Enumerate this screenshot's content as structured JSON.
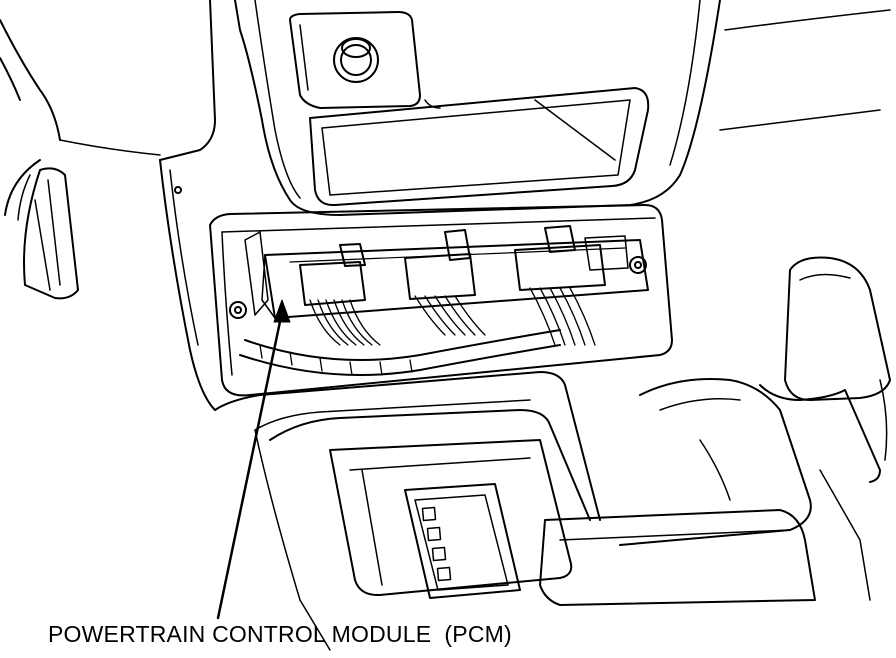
{
  "diagram": {
    "caption": "POWERTRAIN CONTROL MODULE  (PCM)",
    "line_color": "#000000",
    "background_color": "#ffffff",
    "components": [
      "steering-column",
      "brake-pedal",
      "center-dash-panel",
      "cigarette-lighter",
      "dash-storage-pocket",
      "pcm-access-opening",
      "powertrain-control-module",
      "pcm-connectors",
      "wire-harness",
      "center-console",
      "shift-indicator",
      "shift-lever",
      "callout-arrow"
    ]
  }
}
